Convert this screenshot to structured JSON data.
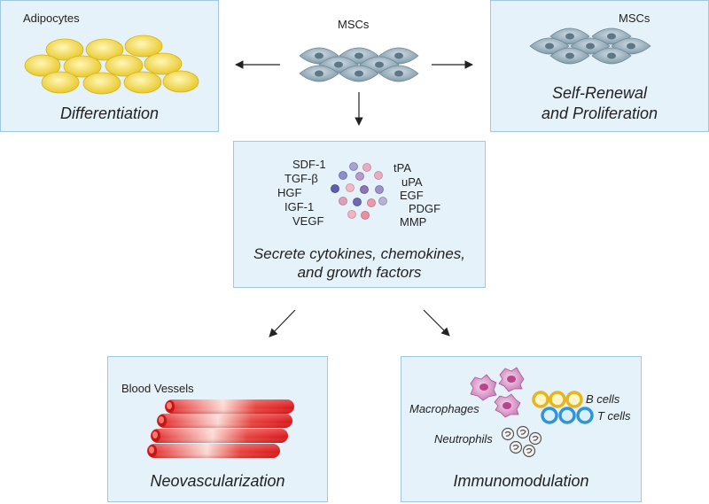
{
  "center": {
    "label": "MSCs",
    "secretion": {
      "line1": "Secrete cytokines, chemokines,",
      "line2": "and growth factors",
      "factors_left": [
        "SDF-1",
        "TGF-β",
        "HGF",
        "IGF-1",
        "VEGF"
      ],
      "factors_right": [
        "tPA",
        "uPA",
        "EGF",
        "PDGF",
        "MMP"
      ]
    }
  },
  "differentiation": {
    "label": "Adipocytes",
    "caption": "Differentiation"
  },
  "self_renewal": {
    "label": "MSCs",
    "line1": "Self-Renewal",
    "line2": "and Proliferation"
  },
  "neovascularization": {
    "label": "Blood Vessels",
    "caption": "Neovascularization"
  },
  "immunomodulation": {
    "caption": "Immunomodulation",
    "macrophages": "Macrophages",
    "neutrophils": "Neutrophils",
    "b_cells": "B cells",
    "t_cells": "T cells"
  },
  "colors": {
    "box_fill": "#e6f2fa",
    "box_border": "#9fc9e3",
    "msc": "#8fa8b6",
    "adipocyte": "#f2de55",
    "vessel": "#e3221f",
    "macrophage": "#d88dc6",
    "b_cell": "#f0c52a",
    "t_cell": "#3aa3dc"
  }
}
